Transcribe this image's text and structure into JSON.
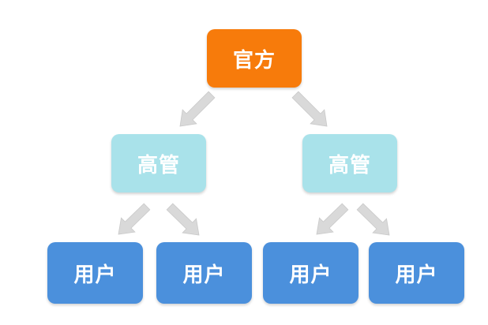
{
  "colors": {
    "root": "#f77b0b",
    "manager": "#a9e2ea",
    "user": "#4b90dc",
    "arrow": "#d9d9d9"
  },
  "root": {
    "label": "官方"
  },
  "managers": [
    {
      "label": "高管"
    },
    {
      "label": "高管"
    }
  ],
  "users": [
    {
      "label": "用户"
    },
    {
      "label": "用户"
    },
    {
      "label": "用户"
    },
    {
      "label": "用户"
    }
  ]
}
